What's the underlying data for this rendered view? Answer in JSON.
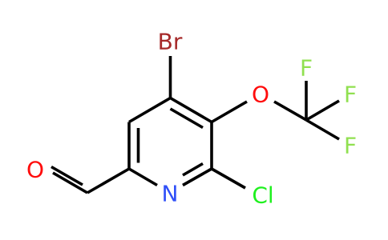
{
  "atoms": {
    "br": {
      "label": "Br",
      "color": "#a62929"
    },
    "o_ether": {
      "label": "O",
      "color": "#ff0d0d"
    },
    "f1": {
      "label": "F",
      "color": "#90e050"
    },
    "f2": {
      "label": "F",
      "color": "#90e050"
    },
    "f3": {
      "label": "F",
      "color": "#90e050"
    },
    "o_ald": {
      "label": "O",
      "color": "#ff0d0d"
    },
    "n": {
      "label": "N",
      "color": "#3050f8"
    },
    "cl": {
      "label": "Cl",
      "color": "#1ff01f"
    }
  },
  "colors": {
    "bond": "#000000",
    "background": "#ffffff"
  }
}
